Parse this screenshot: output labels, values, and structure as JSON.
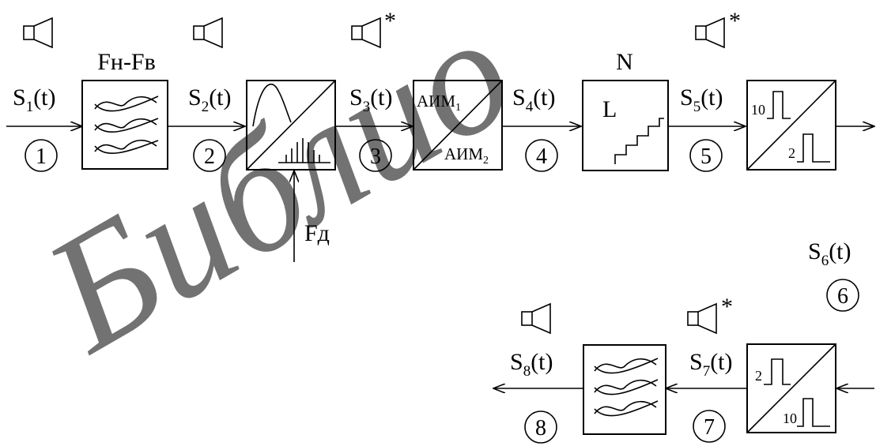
{
  "watermark": "Библио",
  "signals": {
    "s1": {
      "base": "S",
      "sub": "1",
      "arg": "(t)"
    },
    "s2": {
      "base": "S",
      "sub": "2",
      "arg": "(t)"
    },
    "s3": {
      "base": "S",
      "sub": "3",
      "arg": "(t)"
    },
    "s4": {
      "base": "S",
      "sub": "4",
      "arg": "(t)"
    },
    "s5": {
      "base": "S",
      "sub": "5",
      "arg": "(t)"
    },
    "s6": {
      "base": "S",
      "sub": "6",
      "arg": "(t)"
    },
    "s7": {
      "base": "S",
      "sub": "7",
      "arg": "(t)"
    },
    "s8": {
      "base": "S",
      "sub": "8",
      "arg": "(t)"
    }
  },
  "points": {
    "p1": "1",
    "p2": "2",
    "p3": "3",
    "p4": "4",
    "p5": "5",
    "p6": "6",
    "p7": "7",
    "p8": "8"
  },
  "labels": {
    "bandpass": "Fн-Fв",
    "sampling_freq": "Fд",
    "quant_levels": "N",
    "quantizer": "L",
    "star": "*",
    "aim_top": {
      "base": "АИМ",
      "sub": "1"
    },
    "aim_bottom": {
      "base": "АИМ",
      "sub": "2"
    },
    "coder_in": "10",
    "coder_out": "2",
    "decoder_in": "2",
    "decoder_out": "10"
  }
}
